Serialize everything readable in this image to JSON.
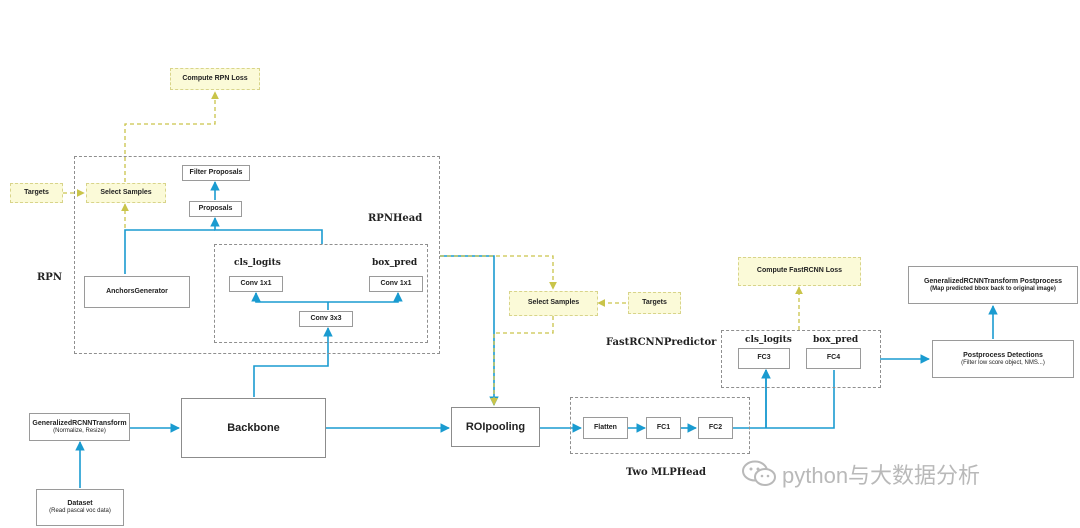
{
  "colors": {
    "flow": "#1a9bd0",
    "aux": "#c9c44a",
    "group_border": "#8f8f8f"
  },
  "boxes": {
    "compute_rpn_loss": "Compute RPN Loss",
    "filter_proposals": "Filter Proposals",
    "proposals": "Proposals",
    "targets_rpn": "Targets",
    "select_samples_rpn": "Select Samples",
    "anchors_generator": "AnchorsGenerator",
    "conv1x1_left": "Conv 1x1",
    "conv1x1_right": "Conv 1x1",
    "conv3x3": "Conv 3x3",
    "transform_title": "GeneralizedRCNNTransform",
    "transform_sub": "(Normalize, Resize)",
    "dataset_title": "Dataset",
    "dataset_sub": "(Read pascal voc data)",
    "backbone": "Backbone",
    "roipooling": "ROIpooling",
    "flatten": "Flatten",
    "fc1": "FC1",
    "fc2": "FC2",
    "select_samples_roi": "Select Samples",
    "targets_roi": "Targets",
    "compute_fastrcnn_loss": "Compute FastRCNN Loss",
    "fc3": "FC3",
    "fc4": "FC4",
    "postprocess_title": "Postprocess Detections",
    "postprocess_sub": "(Filter low score object,  NMS...)",
    "transform_post_title": "GeneralizedRCNNTransform    Postprocess",
    "transform_post_sub": "(Map predicted bbox back to original image)"
  },
  "labels": {
    "rpnhead": "RPNHead",
    "rpn": "RPN",
    "cls_logits_rpn": "cls_logits",
    "box_pred_rpn": "box_pred",
    "fastrcnn_predictor": "FastRCNNPredictor",
    "cls_logits_fast": "cls_logits",
    "box_pred_fast": "box_pred",
    "two_mlphead": "Two MLPHead"
  },
  "watermark": {
    "text": "python与大数据分析",
    "icon": "wechat-icon"
  }
}
